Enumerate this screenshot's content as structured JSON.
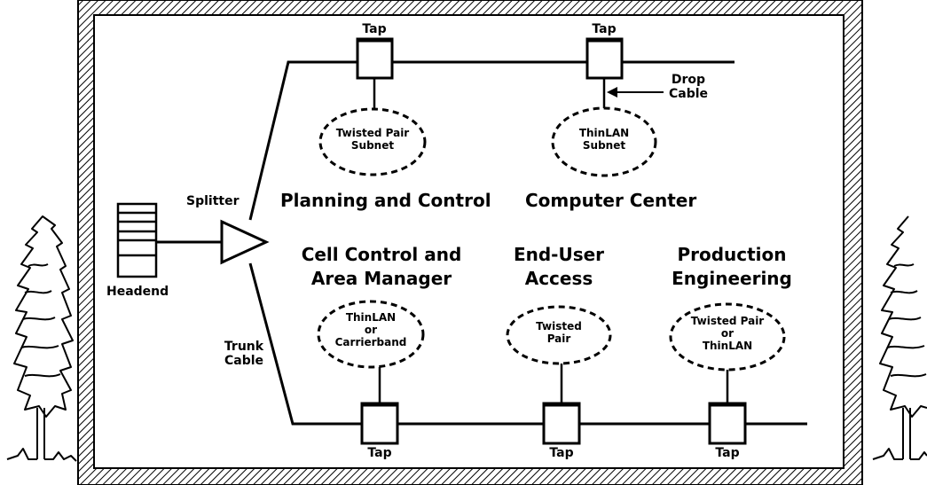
{
  "labels": {
    "tap": "Tap",
    "drop_cable": [
      "Drop",
      "Cable"
    ],
    "splitter": "Splitter",
    "headend": "Headend",
    "trunk_cable": [
      "Trunk",
      "Cable"
    ]
  },
  "areas": {
    "planning": "Planning and Control",
    "computer_center": "Computer Center",
    "cell_control": [
      "Cell Control and",
      "Area Manager"
    ],
    "end_user": [
      "End-User",
      "Access"
    ],
    "production": [
      "Production",
      "Engineering"
    ]
  },
  "subnets": {
    "planning": [
      "Twisted Pair",
      "Subnet"
    ],
    "computer_center": [
      "ThinLAN",
      "Subnet"
    ],
    "cell_control": [
      "ThinLAN",
      "or",
      "Carrierband"
    ],
    "end_user": [
      "Twisted",
      "Pair"
    ],
    "production": [
      "Twisted Pair",
      "or",
      "ThinLAN"
    ]
  },
  "icons": [
    "tree-icon",
    "headend-icon",
    "splitter-icon",
    "tap-icon"
  ]
}
